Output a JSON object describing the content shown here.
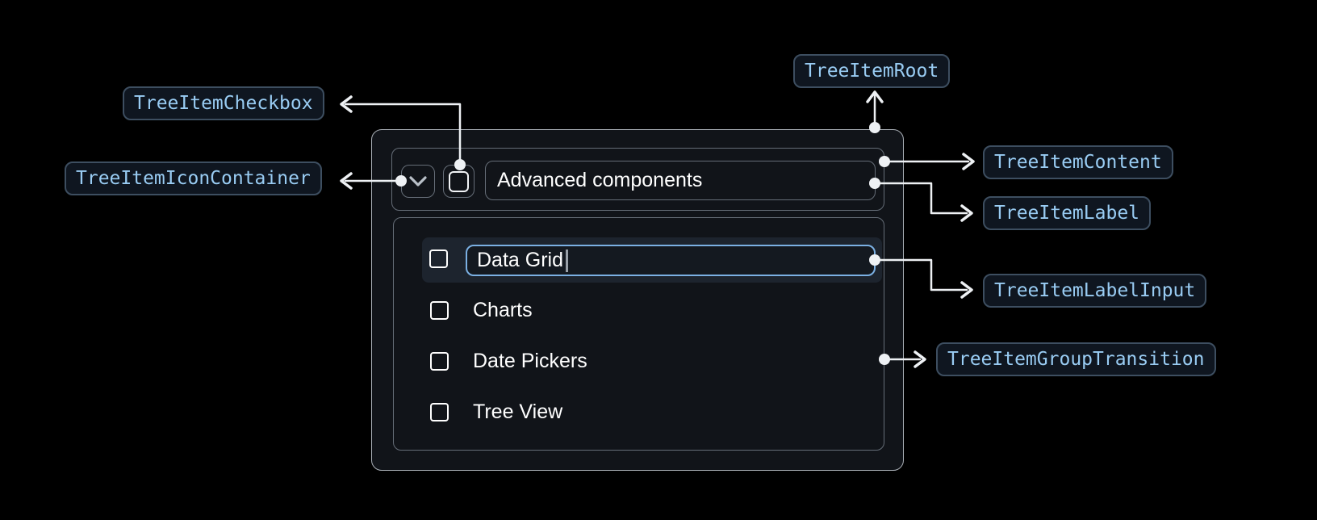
{
  "figure": {
    "description": "Tree item anatomy diagram",
    "background": "#000000"
  },
  "annotations": {
    "root": {
      "label": "TreeItemRoot"
    },
    "checkbox": {
      "label": "TreeItemCheckbox"
    },
    "icon_container": {
      "label": "TreeItemIconContainer"
    },
    "content": {
      "label": "TreeItemContent"
    },
    "item_label": {
      "label": "TreeItemLabel"
    },
    "label_input": {
      "label": "TreeItemLabelInput"
    },
    "group_transition": {
      "label": "TreeItemGroupTransition"
    }
  },
  "tree": {
    "parent": {
      "label": "Advanced components",
      "expanded": true,
      "checkbox_checked": false
    },
    "children": [
      {
        "label": "Data Grid",
        "editing": true,
        "checkbox_checked": false
      },
      {
        "label": "Charts",
        "editing": false,
        "checkbox_checked": false
      },
      {
        "label": "Date Pickers",
        "editing": false,
        "checkbox_checked": false
      },
      {
        "label": "Tree View",
        "editing": false,
        "checkbox_checked": false
      }
    ]
  },
  "icons": {
    "expand_icon": "chevron-down",
    "checkbox_icon": "checkbox-unchecked"
  },
  "colors": {
    "background": "#000000",
    "annotation_text": "#99ccf3",
    "annotation_border": "#3d4e60",
    "annotation_bg": "#0f1620",
    "root_border": "#a9afb6",
    "inner_border": "#656d77",
    "focus_ring_blue": "#7bb0e3",
    "row_highlight_bg": "#1d242e",
    "connector_white": "#eef1f4",
    "text_white": "#ffffff"
  }
}
